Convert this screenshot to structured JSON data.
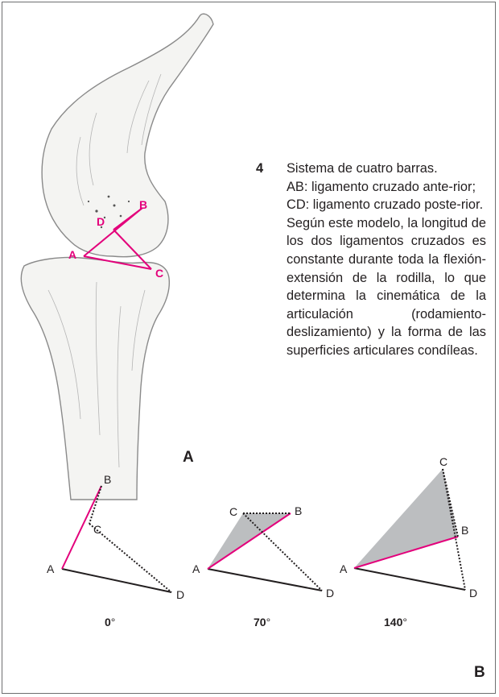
{
  "caption": {
    "number": "4",
    "title": "Sistema de cuatro barras.",
    "lines": [
      "AB: ligamento cruzado ante-rior;",
      "CD: ligamento cruzado poste-rior.",
      "Según este modelo, la longitud de los dos ligamentos cruzados es constante durante toda la flexión-extensión de la rodilla, lo que determina la cinemática de la articulación (rodamiento-deslizamiento) y la forma de las superficies articulares condíleas."
    ]
  },
  "panel_a": {
    "label": "A",
    "points": {
      "a": "A",
      "b": "B",
      "c": "C",
      "d": "D"
    }
  },
  "panel_b": {
    "label": "B",
    "diagrams": [
      {
        "angle": "0",
        "unit": "°",
        "a": "A",
        "b": "B",
        "c": "C",
        "d": "D"
      },
      {
        "angle": "70",
        "unit": "°",
        "a": "A",
        "b": "B",
        "c": "C",
        "d": "D"
      },
      {
        "angle": "140",
        "unit": "°",
        "a": "A",
        "b": "B",
        "c": "C",
        "d": "D"
      }
    ]
  },
  "colors": {
    "ligament": "#e3007b",
    "bar": "#231f20",
    "shade": "#bcbec0",
    "bone_outline": "#8a8a8a"
  }
}
